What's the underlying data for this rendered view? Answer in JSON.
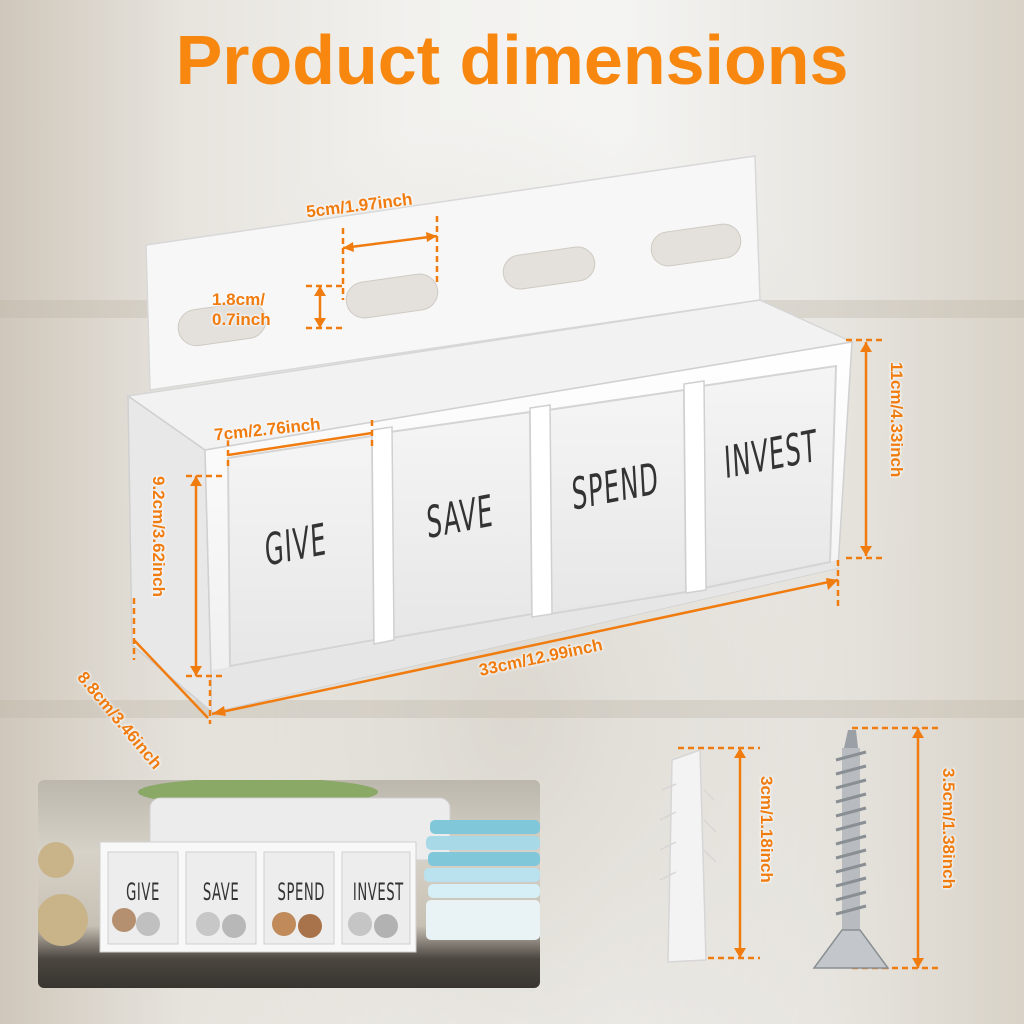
{
  "title": "Product dimensions",
  "box_labels": [
    "GIVE",
    "SAVE",
    "SPEND",
    "INVEST"
  ],
  "dimensions": {
    "slot_width": "5cm/1.97inch",
    "slot_height": "1.8cm/\n0.7inch",
    "compartment_width": "7cm/2.76inch",
    "compartment_height": "9.2cm/3.62inch",
    "depth": "8.8cm/3.46inch",
    "total_length": "33cm/12.99inch",
    "total_height": "11cm/4.33inch",
    "anchor_length": "3cm/1.18inch",
    "screw_length": "3.5cm/1.38inch"
  },
  "photo_labels": [
    "GIVE",
    "SAVE",
    "SPEND",
    "INVEST"
  ],
  "colors": {
    "accent": "#f7870f",
    "dim_line": "#f07c10"
  }
}
